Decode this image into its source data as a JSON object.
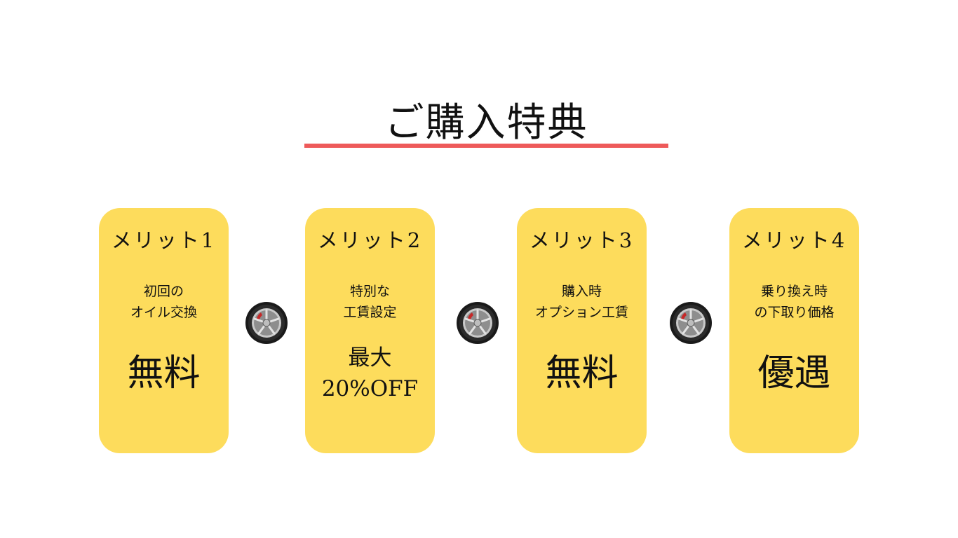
{
  "title": "ご購入特典",
  "colors": {
    "accent_line": "#ee5a5a",
    "card_background": "#fddc5c"
  },
  "divider_icon": "car-wheel-icon",
  "cards": [
    {
      "heading": "メリット1",
      "description": [
        "初回の",
        "オイル交換"
      ],
      "value": [
        "無料"
      ]
    },
    {
      "heading": "メリット2",
      "description": [
        "特別な",
        "工賃設定"
      ],
      "value": [
        "最大",
        "20%OFF"
      ]
    },
    {
      "heading": "メリット3",
      "description": [
        "購入時",
        "オプション工賃"
      ],
      "value": [
        "無料"
      ]
    },
    {
      "heading": "メリット4",
      "description": [
        "乗り換え時",
        "の下取り価格"
      ],
      "value": [
        "優遇"
      ]
    }
  ]
}
